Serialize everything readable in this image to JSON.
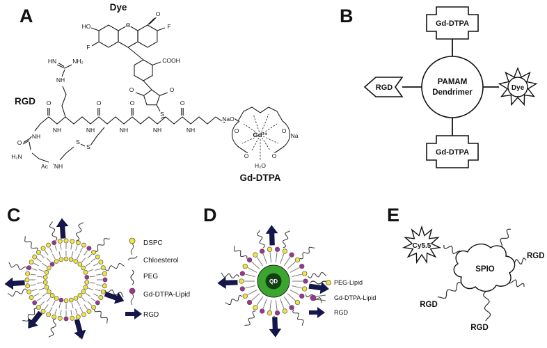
{
  "colors": {
    "arrow_navy": "#16164e",
    "head_yellow": "#f3e33c",
    "head_purple": "#a03295",
    "core_green": "#3aa62e",
    "core_dark": "#123f14",
    "ink": "#1a1a1a"
  },
  "a": {
    "panel_label": "A",
    "dye": "Dye",
    "rgd": "RGD",
    "gd_dtpa": "Gd-DTPA",
    "atoms": {
      "o_xanthene": "O",
      "f_top": "F",
      "ho": "HO",
      "f_left": "F",
      "o_ring": "O",
      "cooh": "COOH",
      "o_succ_left": "O",
      "o_succ_right": "O",
      "s_link": "S",
      "nh_arg": "NH",
      "hn_guan": "HN",
      "nh2_guan": "NH₂",
      "nh_b1": "NH",
      "nh_b2": "NH",
      "nh_b3": "NH",
      "nh_b4": "NH",
      "nh_b5": "NH",
      "o_b1": "O",
      "o_b2": "O",
      "o_b3": "O",
      "o_b4": "O",
      "h2n": "H₂N",
      "nh_left": "NH",
      "o_left": "O",
      "ac": "Ac",
      "nh_ac": "NH",
      "s1": "S",
      "s2": "S",
      "nao": "NaO",
      "na": "Na",
      "gd": "Gd³⁺",
      "h2o": "H₂O",
      "o_d1": "O",
      "o_d2": "O",
      "o_d3": "O",
      "o_d4": "O"
    }
  },
  "b": {
    "panel_label": "B",
    "center_line1": "PAMAM",
    "center_line2": "Dendrimer",
    "top": "Gd-DTPA",
    "bottom": "Gd-DTPA",
    "left": "RGD",
    "right": "Dye"
  },
  "c": {
    "panel_label": "C",
    "legend": [
      {
        "name": "DSPC"
      },
      {
        "name": "Chloesterol"
      },
      {
        "name": "PEG"
      },
      {
        "name": "Gd-DTPA-Lipid"
      },
      {
        "name": "RGD"
      }
    ]
  },
  "d": {
    "panel_label": "D",
    "core_label": "QD",
    "legend": [
      {
        "name": "PEG-Lipid"
      },
      {
        "name": "Gd-DTPA-Lipid"
      },
      {
        "name": "RGD"
      }
    ]
  },
  "e": {
    "panel_label": "E",
    "spio": "SPIO",
    "cy": "Cy5.5",
    "rgd_right": "RGD",
    "rgd_left": "RGD",
    "rgd_bottom": "RGD"
  }
}
